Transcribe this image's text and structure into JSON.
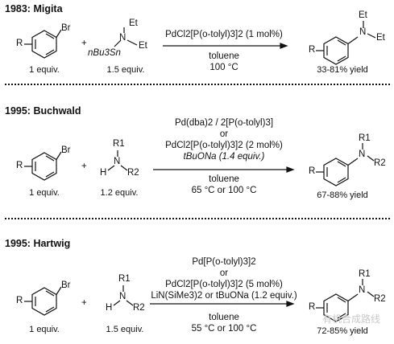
{
  "sections": [
    {
      "title": "1983: Migita",
      "aryl_label": "1 equiv.",
      "reagent_label": "1.5 equiv.",
      "tin_reagent": "nBu3Sn",
      "et_top": "Et",
      "et_bottom": "Et",
      "n_atom": "N",
      "conditions": [
        "PdCl2[P(o-tolyl)3]2 (1 mol%)",
        "toluene",
        "100 °C"
      ],
      "product_et_top": "Et",
      "product_et_right": "Et",
      "yield": "33-81% yield"
    },
    {
      "title": "1995: Buchwald",
      "aryl_label": "1 equiv.",
      "reagent_label": "1.2 equiv.",
      "conditions": [
        "Pd(dba)2 / 2[P(o-tolyl)3]",
        "or",
        "PdCl2[P(o-tolyl)3]2 (2 mol%)",
        "tBuONa (1.4 equiv.)",
        "toluene",
        "65 °C or 100 °C"
      ],
      "yield": "67-88% yield"
    },
    {
      "title": "1995: Hartwig",
      "aryl_label": "1 equiv.",
      "reagent_label": "1.5 equiv.",
      "conditions": [
        "Pd[P(o-tolyl)3]2",
        "or",
        "PdCl2[P(o-tolyl)3]2 (5 mol%)",
        "LiN(SiMe3)2 or tBuONa (1.2 equiv.)",
        "toluene",
        "55 °C or 100 °C"
      ],
      "yield": "72-85% yield"
    }
  ],
  "labels": {
    "br": "Br",
    "r": "R",
    "plus": "+",
    "r1": "R1",
    "r2": "R2",
    "h": "H",
    "n": "N"
  },
  "watermark": "有机合成路线"
}
